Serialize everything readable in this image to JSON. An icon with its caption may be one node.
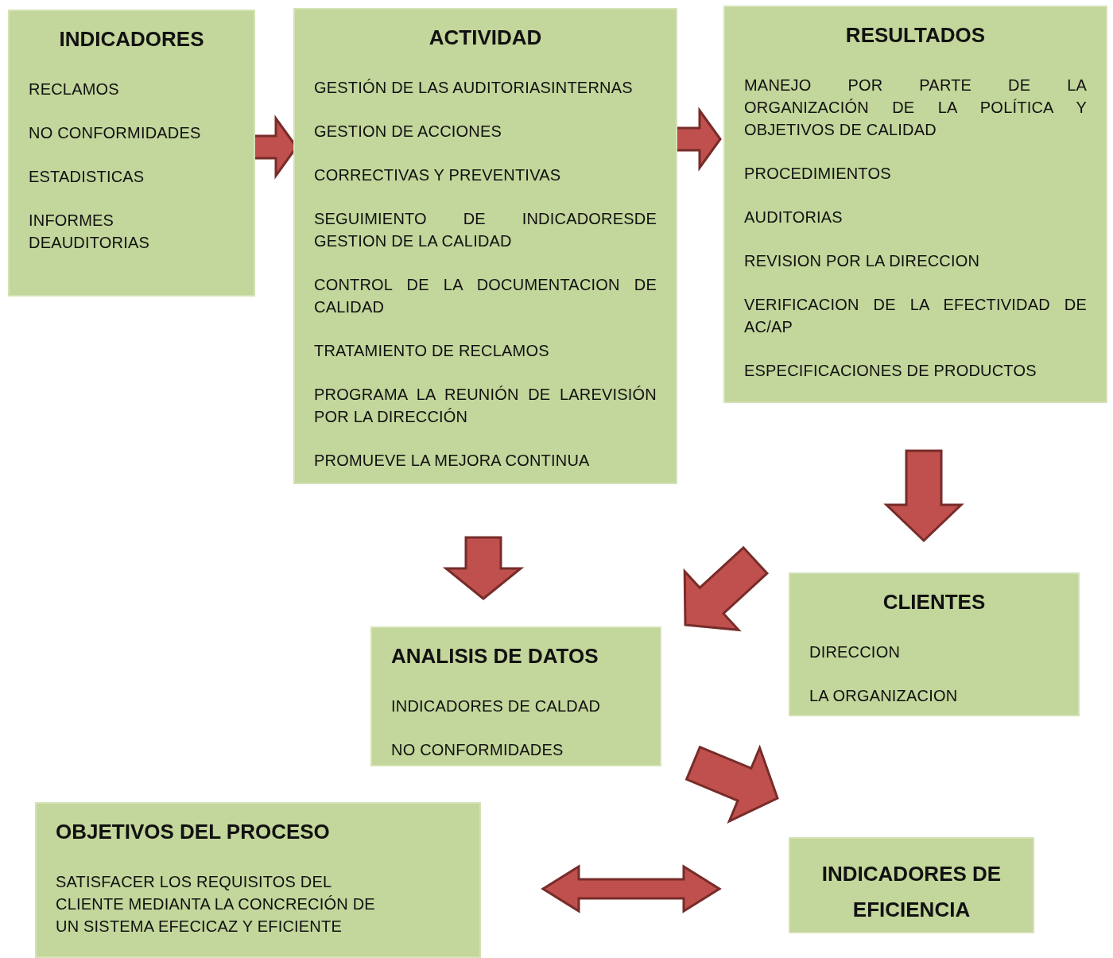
{
  "diagram": {
    "nodes": [
      {
        "text": [
          "INDICADORES",
          "RECLAMOS",
          "NO CONFORMIDADES",
          "ESTADISTICAS",
          "INFORMES DEAUDITORIAS"
        ]
      },
      {
        "text": [
          "ACTIVIDAD",
          "GESTIÓN DE LAS AUDITORIASINTERNAS",
          "GESTION DE ACCIONES",
          "CORRECTIVAS Y PREVENTIVAS",
          "SEGUIMIENTO DE INDICADORESDE GESTION DE LA CALIDAD",
          "CONTROL DE LA DOCUMENTACION DE CALIDAD",
          "TRATAMIENTO DE RECLAMOS",
          "PROGRAMA LA REUNIÓN DE LAREVISIÓN POR LA DIRECCIÓN",
          "PROMUEVE LA MEJORA CONTINUA"
        ]
      },
      {
        "text": [
          "RESULTADOS",
          "MANEJO POR PARTE DE LA ORGANIZACIÓN DE LA POLÍTICA Y OBJETIVOS DE CALIDAD",
          "PROCEDIMIENTOS",
          "AUDITORIAS",
          "REVISION POR LA DIRECCION",
          "VERIFICACION DE LA EFECTIVIDAD DE AC/AP",
          "ESPECIFICACIONES DE PRODUCTOS"
        ]
      },
      {
        "text": [
          "ANALISIS DE DATOS",
          "INDICADORES DE CALDAD",
          "NO CONFORMIDADES"
        ]
      },
      {
        "text": [
          "CLIENTES",
          "DIRECCION",
          "LA ORGANIZACION"
        ]
      },
      {
        "text": [
          "OBJETIVOS DEL PROCESO",
          "SATISFACER LOS REQUISITOS DEL CLIENTE MEDIANTA LA CONCRECIÓN DE UN SISTEMA EFECICAZ Y EFICIENTE"
        ]
      },
      {
        "text": [
          "INDICADORES DE EFICIENCIA"
        ]
      }
    ],
    "edges": [
      {
        "from": 0,
        "to": 1,
        "arrow": "to"
      },
      {
        "from": 1,
        "to": 2,
        "arrow": "to"
      },
      {
        "from": 2,
        "to": 4,
        "arrow": "to"
      },
      {
        "from": 1,
        "to": 3,
        "arrow": "to"
      },
      {
        "from": 4,
        "to": 3,
        "arrow": "to"
      },
      {
        "from": 3,
        "to": 6,
        "arrow": "to"
      },
      {
        "from": 5,
        "to": 6,
        "arrow": "both"
      }
    ]
  }
}
